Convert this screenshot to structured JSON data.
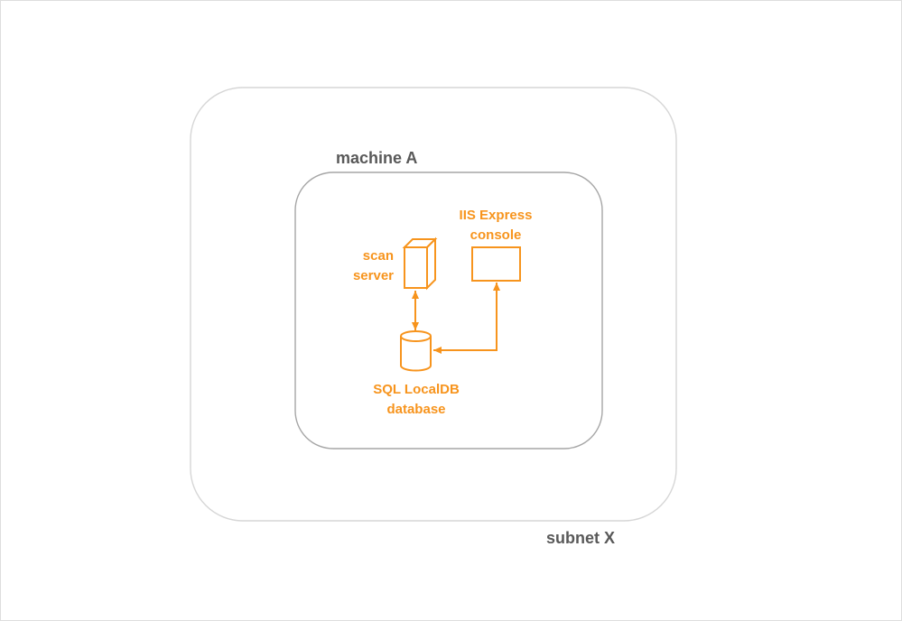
{
  "page": {
    "background_color": "#FFFFFF",
    "border_color": "#DEDEDE"
  },
  "diagram": {
    "accent_color": "#F7941D",
    "outer_container": {
      "label": "subnet X",
      "label_color": "#595959",
      "border_color": "#D6D6D6"
    },
    "inner_container": {
      "label": "machine A",
      "label_color": "#595959",
      "border_color": "#A6A6A6"
    },
    "nodes": {
      "scan_server": {
        "shape": "3d-box",
        "label_line1": "scan",
        "label_line2": "server"
      },
      "iis_console": {
        "shape": "rectangle",
        "label_line1": "IIS Express",
        "label_line2": "console"
      },
      "sql_localdb": {
        "shape": "database-cylinder",
        "label_line1": "SQL LocalDB",
        "label_line2": "database"
      }
    },
    "connectors": [
      {
        "from": "scan_server",
        "to": "sql_localdb",
        "style": "straight-vertical",
        "arrowheads": "both-ends"
      },
      {
        "from": "iis_console",
        "to": "sql_localdb",
        "style": "elbow",
        "arrowheads": "both-ends"
      }
    ]
  }
}
